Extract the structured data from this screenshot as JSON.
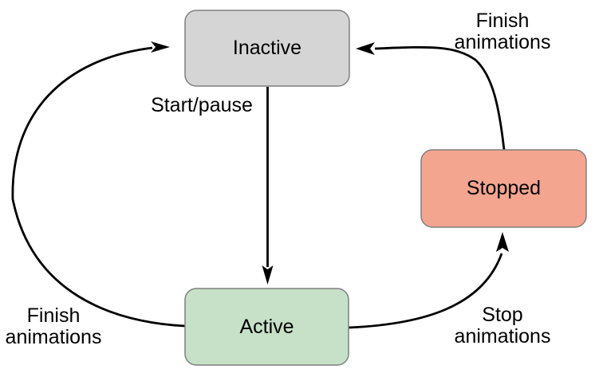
{
  "diagram": {
    "type": "state-machine",
    "states": [
      {
        "id": "inactive",
        "label": "Inactive",
        "fill": "#d5d5d5"
      },
      {
        "id": "active",
        "label": "Active",
        "fill": "#c6e1c7"
      },
      {
        "id": "stopped",
        "label": "Stopped",
        "fill": "#f4a58f"
      }
    ],
    "transitions": [
      {
        "from": "inactive",
        "to": "active",
        "label": "Start/pause"
      },
      {
        "from": "active",
        "to": "stopped",
        "label": "Stop\nanimations"
      },
      {
        "from": "stopped",
        "to": "inactive",
        "label": "Finish\nanimations"
      },
      {
        "from": "active",
        "to": "inactive",
        "label": "Finish\nanimations"
      }
    ],
    "colors": {
      "background": "#ffffff",
      "arrow": "#000000",
      "state_border": "#7f7f7f",
      "text": "#000000"
    }
  }
}
